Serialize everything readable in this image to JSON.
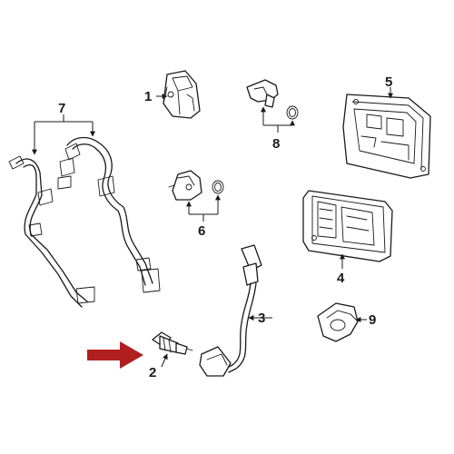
{
  "callouts": {
    "c1": "1",
    "c2": "2",
    "c3": "3",
    "c4": "4",
    "c5": "5",
    "c6": "6",
    "c7": "7",
    "c8": "8",
    "c9": "9"
  },
  "colors": {
    "line": "#1a1a1a",
    "indicator_arrow": "#b01e1e",
    "background": "#ffffff"
  },
  "highlighted_part": "2"
}
